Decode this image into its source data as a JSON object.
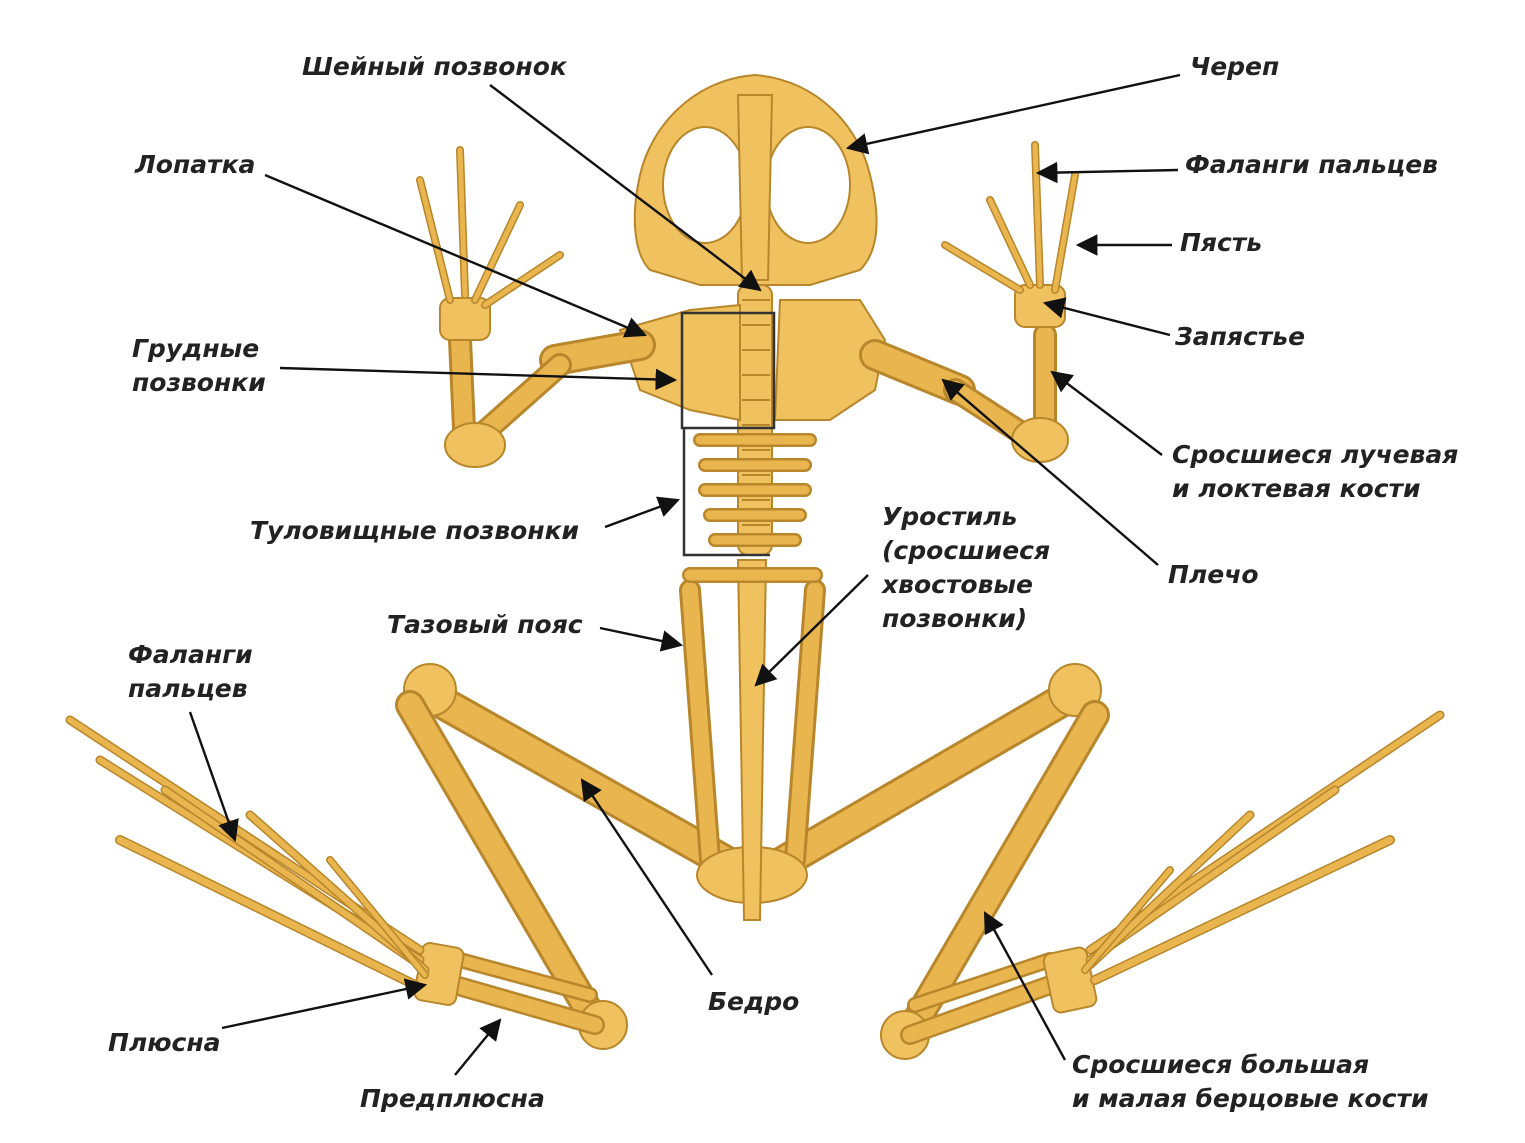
{
  "labels": {
    "skull": "Череп",
    "cervical_vertebra": "Шейный позвонок",
    "scapula": "Лопатка",
    "thoracic_1": "Грудные",
    "thoracic_2": "позвонки",
    "trunk_vertebrae": "Туловищные позвонки",
    "pelvic_girdle": "Тазовый пояс",
    "hand_phalanges": "Фаланги пальцев",
    "metacarpus": "Пясть",
    "carpus": "Запястье",
    "radioulna_1": "Сросшиеся лучевая",
    "radioulna_2": "и локтевая кости",
    "humerus": "Плечо",
    "urostyle_1": "Уростиль",
    "urostyle_2": "(сросшиеся",
    "urostyle_3": "хвостовые",
    "urostyle_4": "позвонки)",
    "foot_phalanges_1": "Фаланги",
    "foot_phalanges_2": "пальцев",
    "metatarsus": "Плюсна",
    "tarsus": "Предплюсна",
    "femur": "Бедро",
    "tibiofibula_1": "Сросшиеся большая",
    "tibiofibula_2": "и малая берцовые кости"
  },
  "colors": {
    "bone_fill": "#f0c15f",
    "bone_outline": "#b8862b",
    "label_text": "#222222",
    "arrow": "#111111"
  }
}
